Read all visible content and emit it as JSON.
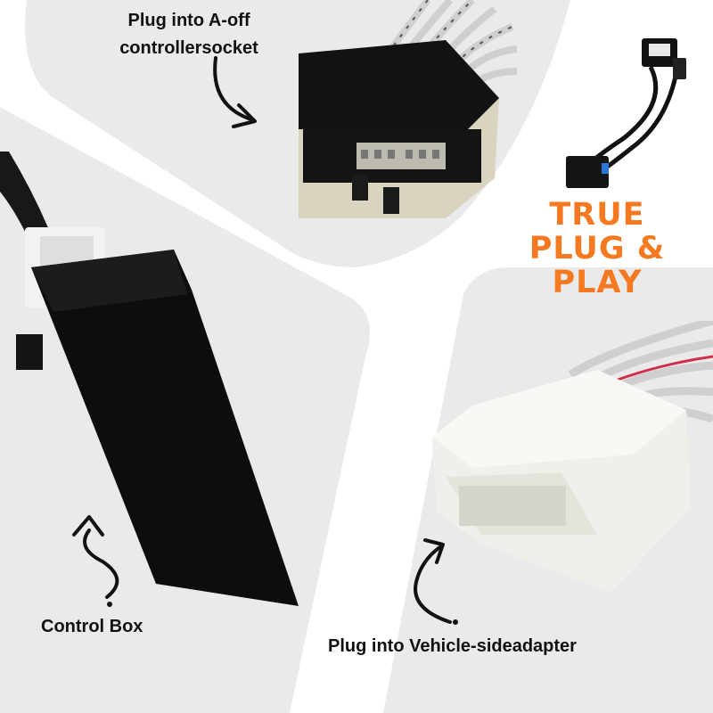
{
  "labels": {
    "top_line1": "Plug into A-off",
    "top_line2": "controllersocket",
    "left": "Control Box",
    "bottom": "Plug into Vehicle-sideadapter"
  },
  "badge": {
    "line1": "TRUE",
    "line2": "PLUG & PLAY",
    "color": "#f47920"
  },
  "colors": {
    "background_panel": "#eaeaea",
    "text": "#111111"
  }
}
